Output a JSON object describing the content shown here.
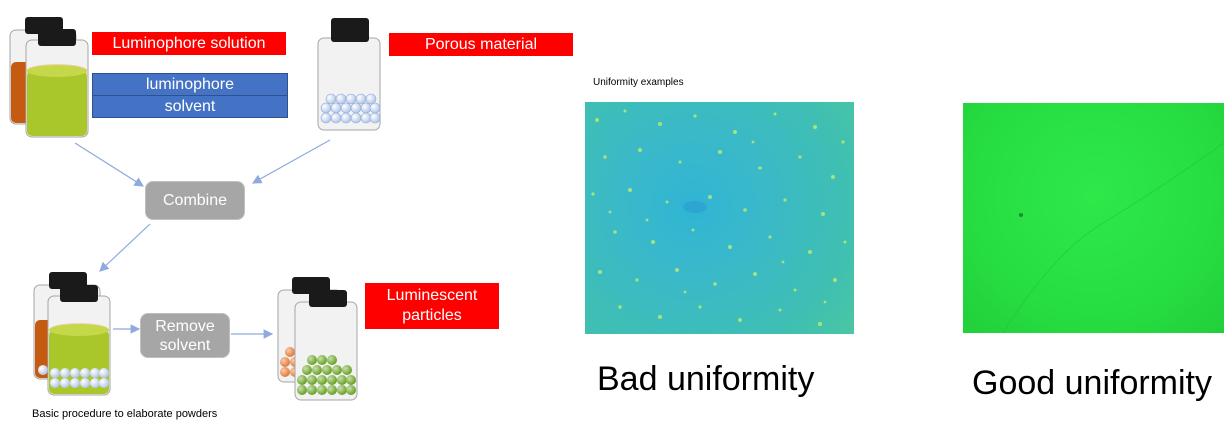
{
  "labels": {
    "luminophore_solution": "Luminophore solution",
    "luminophore": "luminophore",
    "solvent": "solvent",
    "porous_material": "Porous material",
    "combine": "Combine",
    "remove": "Remove",
    "remove_solvent": "solvent",
    "luminescent": "Luminescent",
    "particles": "particles",
    "caption_procedure": "Basic procedure to elaborate powders",
    "uniformity_examples": "Uniformity examples",
    "bad_uniformity": "Bad uniformity",
    "good_uniformity": "Good uniformity"
  },
  "colors": {
    "red_label": "#ff0000",
    "blue_label": "#4472c4",
    "gray_box": "#a6a6a6",
    "arrow": "#8faadc",
    "orange_liquid": "#c55a11",
    "green_liquid": "#a9c62a",
    "bead": "#dae3f3",
    "bad_uniformity_bg": "#3cbcc4",
    "good_uniformity_bg": "#28de44"
  }
}
